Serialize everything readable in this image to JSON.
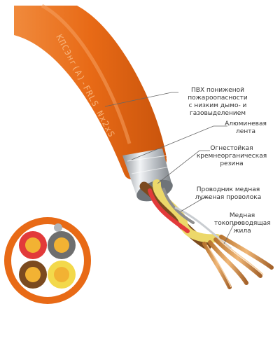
{
  "cable_print": "КПСЭнг(А)-FRLS Nx2xS",
  "callouts": {
    "sheath": {
      "line1": "ПВХ пониженой пожароопасности",
      "line2": "с низким дымо- и газовыделением"
    },
    "foil": {
      "line1": "Алюминевая",
      "line2": "лента"
    },
    "insulation": {
      "line1": "Огнестойкая",
      "line2": "кремнеорганическая",
      "line3": "резина"
    },
    "drain": {
      "line1": "Проводник медная",
      "line2": "луженая проволока"
    },
    "core": {
      "line1": "Медная",
      "line2": "токопроводящая",
      "line3": "жила"
    }
  },
  "colors": {
    "sheath": "#e86a16",
    "sheath_dark": "#c9540c",
    "foil": "#c8ccd0",
    "copper": "#e0a24a",
    "core_red": "#e23a3a",
    "core_gray": "#6e6e6e",
    "core_brown": "#7b4a1f",
    "core_yellow": "#f3d94b"
  }
}
